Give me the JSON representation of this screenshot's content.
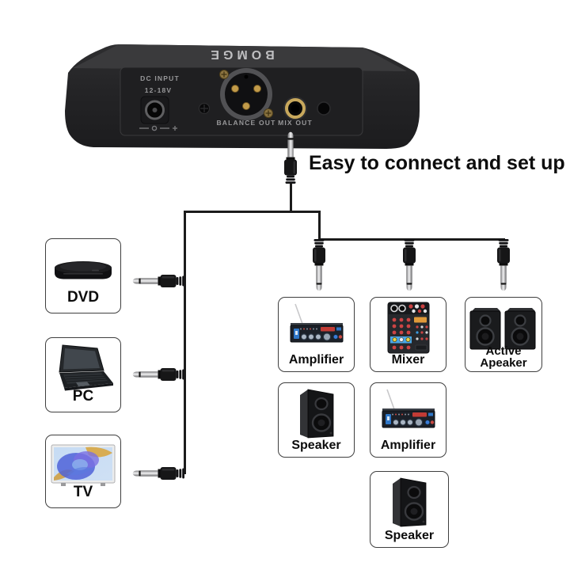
{
  "title": "Easy to connect and set up",
  "receiver": {
    "brand": "BOMGE",
    "ports": {
      "dc_input_label": "DC INPUT",
      "dc_voltage_label": "12-18V",
      "balance_out_label": "BALANCE OUT",
      "mix_out_label": "MIX OUT"
    }
  },
  "devices": {
    "dvd": {
      "label": "DVD",
      "icon": "dvd-player-icon"
    },
    "pc": {
      "label": "PC",
      "icon": "laptop-icon"
    },
    "tv": {
      "label": "TV",
      "icon": "tv-icon"
    },
    "amplifier_top": {
      "label": "Amplifier",
      "icon": "amplifier-icon"
    },
    "mixer": {
      "label": "Mixer",
      "icon": "mixer-icon"
    },
    "active_speaker": {
      "label_line1": "Active",
      "label_line2": "Apeaker",
      "icon": "speaker-pair-icon"
    },
    "speaker_left": {
      "label": "Speaker",
      "icon": "speaker-icon"
    },
    "amplifier_bottom": {
      "label": "Amplifier",
      "icon": "amplifier-icon"
    },
    "speaker_bottom": {
      "label": "Speaker",
      "icon": "speaker-icon"
    }
  },
  "colors": {
    "background": "#ffffff",
    "cable": "#1b1b1b",
    "box_border": "#3f3f3f",
    "gold_ring": "#c8a85c",
    "receiver_body": "#242426"
  }
}
